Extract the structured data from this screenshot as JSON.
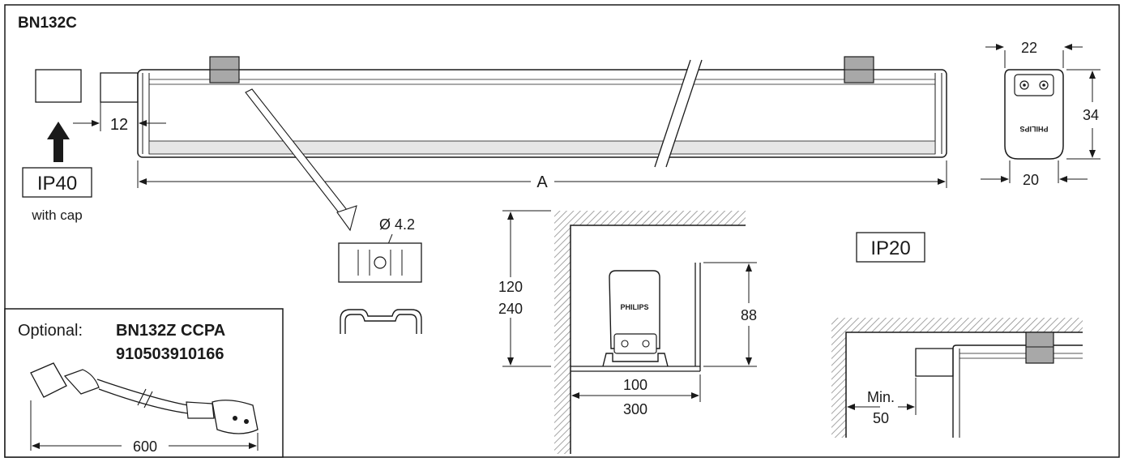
{
  "title": "BN132C",
  "side_view": {
    "dim_end_cap": "12",
    "dim_length": "A",
    "rating_label": "IP40",
    "rating_note": "with cap"
  },
  "end_view": {
    "dim_top_width": "22",
    "dim_height": "34",
    "dim_bottom_width": "20",
    "housing_text": "PHILIPS"
  },
  "clip_detail": {
    "hole_label": "Ø 4.2"
  },
  "mounting_view": {
    "dim_clearance_top": "120",
    "dim_clearance_top_alt": "240",
    "dim_unit_height": "88",
    "dim_width": "100",
    "dim_width_alt": "300",
    "housing_text": "PHILIPS",
    "rating_label": "IP20"
  },
  "min_clearance_view": {
    "label_min": "Min.",
    "value": "50"
  },
  "optional_accessory": {
    "label": "Optional:",
    "product_code": "BN132Z CCPA",
    "order_number": "910503910166",
    "cable_length": "600"
  },
  "colors": {
    "line": "#1a1a1a",
    "luminaire_stripe": "#e6e6e6",
    "clip_fill": "#a8a8a8",
    "hatch": "#8c8c8c"
  }
}
